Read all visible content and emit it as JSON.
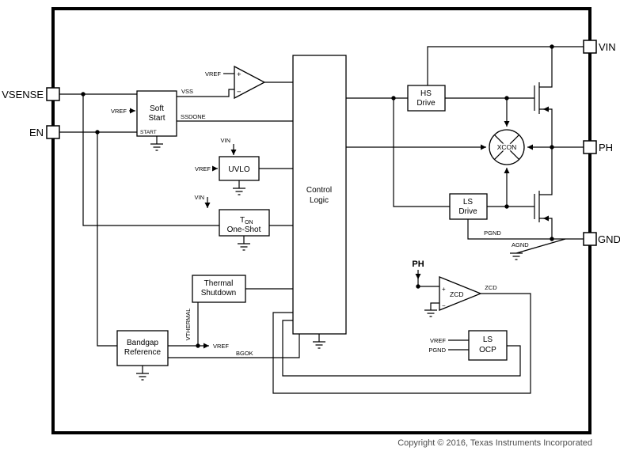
{
  "pins": {
    "vsense": "VSENSE",
    "en": "EN",
    "vin": "VIN",
    "ph": "PH",
    "gnd": "GND"
  },
  "blocks": {
    "soft_start": {
      "l1": "Soft",
      "l2": "Start",
      "start": "START"
    },
    "uvlo": {
      "l1": "UVLO"
    },
    "ton": {
      "t": "T",
      "sub": "ON",
      "l2": "One-Shot"
    },
    "thermal": {
      "l1": "Thermal",
      "l2": "Shutdown"
    },
    "bandgap": {
      "l1": "Bandgap",
      "l2": "Reference"
    },
    "control": {
      "l1": "Control",
      "l2": "Logic"
    },
    "hs_drive": {
      "l1": "HS",
      "l2": "Drive"
    },
    "ls_drive": {
      "l1": "LS",
      "l2": "Drive"
    },
    "ls_ocp": {
      "l1": "LS",
      "l2": "OCP"
    },
    "zcd": {
      "name": "ZCD"
    },
    "xcon": {
      "name": "XCON"
    }
  },
  "labels": {
    "vref_comp": "VREF",
    "vss": "VSS",
    "ssdone": "SSDONE",
    "vref_ss": "VREF",
    "vin_uvlo": "VIN",
    "vref_uvlo": "VREF",
    "vin_ton": "VIN",
    "vthermal": "VTHERMAL",
    "vref_bg": "VREF",
    "bgok": "BGOK",
    "pgnd": "PGND",
    "agnd": "AGND",
    "ph_tap": "PH",
    "zcd_out": "ZCD",
    "vref_ocp": "VREF",
    "pgnd_ocp": "PGND",
    "plus": "+",
    "minus": "−"
  },
  "footer": {
    "copyright": "Copyright © 2016, Texas Instruments Incorporated"
  },
  "colors": {
    "line": "#000000",
    "background": "#ffffff",
    "copyright_text": "#4d4d4d"
  }
}
